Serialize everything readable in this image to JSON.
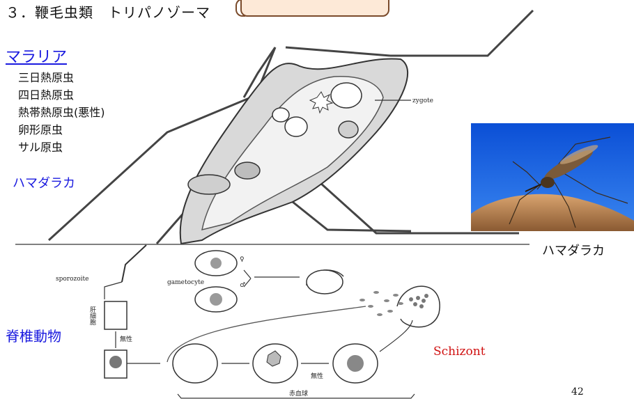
{
  "slide": {
    "title": "３．鞭毛虫類　トリパノゾーマ",
    "page_number": "42"
  },
  "malaria": {
    "heading": "マラリア",
    "species": [
      "三日熱原虫",
      "四日熱原虫",
      "熱帯熱原虫(悪性)",
      "卵形原虫",
      "サル原虫"
    ]
  },
  "labels": {
    "anopheles_left": "ハマダラカ",
    "anopheles_photo": "ハマダラカ",
    "vertebrate": "脊椎動物",
    "schizont": "Schizont"
  },
  "diagram": {
    "zygote": "zygote",
    "sporozoite": "sporozoite",
    "gametocyte": "gametocyte",
    "female_symbol": "♀",
    "male_symbol": "♂",
    "liver_cell": "肝細胞",
    "asexual_1": "無性",
    "asexual_2": "無性",
    "rbc_stage": "赤血球"
  },
  "colors": {
    "heading_blue": "#1a1adf",
    "schizont_red": "#d01010",
    "callout_fill": "#fde9d7",
    "callout_border": "#7a4a2a"
  }
}
